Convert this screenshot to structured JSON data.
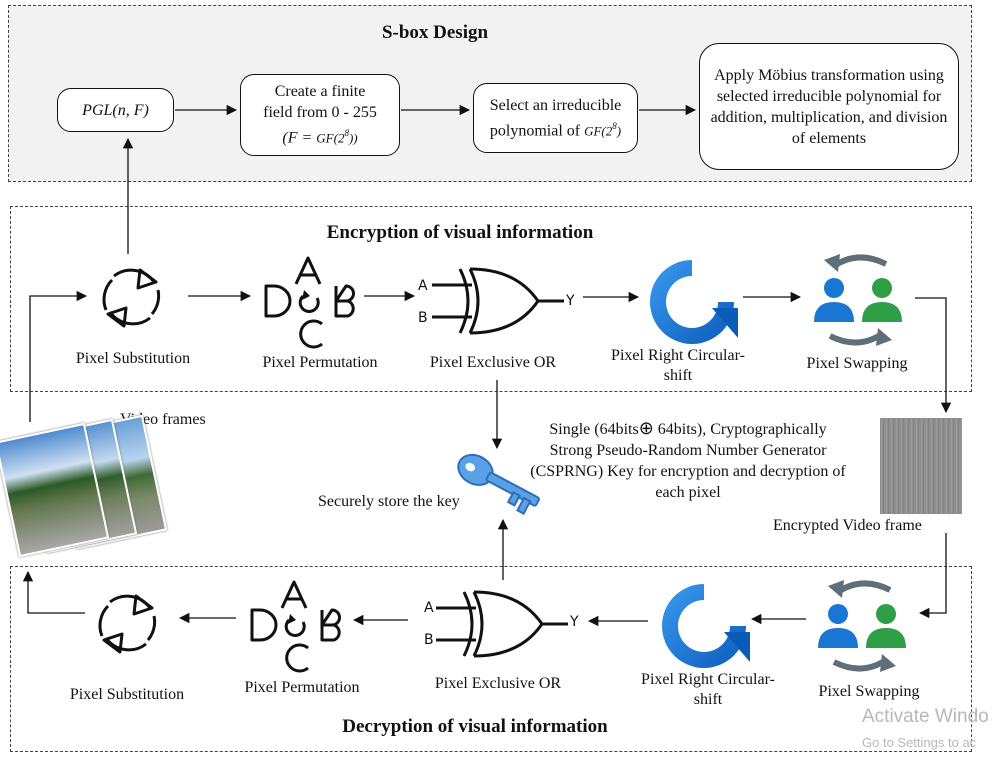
{
  "sbox": {
    "title": "S-box Design",
    "pgl": "PGL(n, F)",
    "box2_line1": "Create a finite",
    "box2_line2": "field from 0 - 255",
    "box2_line3_a": "(F = ",
    "box2_line3_b": "GF(2",
    "box2_line3_sup": "8",
    "box2_line3_c": "))",
    "box3_line1": "Select an irreducible",
    "box3_line2_a": "polynomial of ",
    "box3_line2_b": "GF(2",
    "box3_line2_sup": "8",
    "box3_line2_c": ")",
    "box4": "Apply Möbius transformation using selected irreducible polynomial for addition, multiplication, and division of elements"
  },
  "encryption": {
    "title": "Encryption of visual information",
    "substitution": "Pixel Substitution",
    "permutation": "Pixel Permutation",
    "xor": "Pixel Exclusive OR",
    "rshift_line1": "Pixel Right Circular-",
    "rshift_line2": "shift",
    "swapping": "Pixel Swapping"
  },
  "decryption": {
    "title": "Decryption of visual information",
    "substitution": "Pixel Substitution",
    "permutation": "Pixel Permutation",
    "xor": "Pixel Exclusive OR",
    "rshift_line1": "Pixel Right Circular-",
    "rshift_line2": "shift",
    "swapping": "Pixel Swapping"
  },
  "middle": {
    "video_frames": "Video frames",
    "key_line1_a": "Single (64bits",
    "key_line1_op": "⊕",
    "key_line1_b": " 64bits), Cryptographically",
    "key_line2": "Strong Pseudo-Random Number Generator",
    "key_line3": "(CSPRNG) Key for encryption and decryption of",
    "key_line4": "each pixel",
    "store_key": "Securely store the key",
    "encrypted_frame": "Encrypted Video frame"
  },
  "gate": {
    "in_a": "A",
    "in_b": "B",
    "out_y": "Y"
  },
  "perm_letters": {
    "top": "A",
    "left": "D",
    "right": "B",
    "bottom": "C"
  },
  "watermark": {
    "line1": "Activate Windo",
    "line2": "Go to Settings to ac"
  },
  "colors": {
    "rshift_blue": "#1b73d3",
    "swap_blue": "#1976d2",
    "swap_green": "#2e9e47",
    "swap_arrow": "#5f6f7a",
    "key_blue": "#5aa0e6"
  }
}
